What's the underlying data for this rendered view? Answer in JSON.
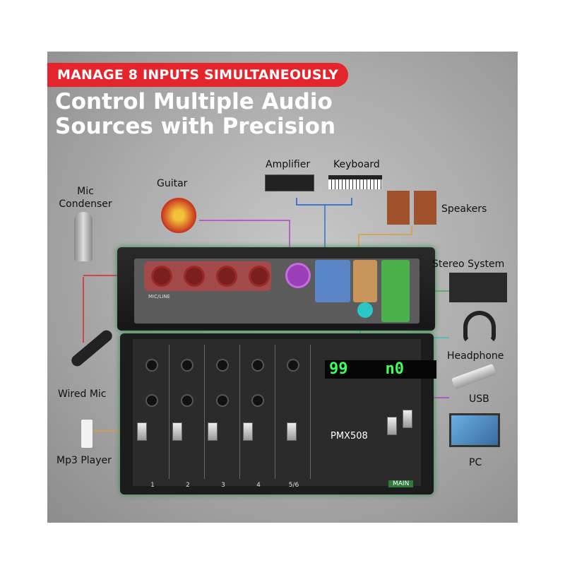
{
  "badge": "MANAGE 8 INPUTS SIMULTANEOUSLY",
  "headline": [
    "Control Multiple Audio",
    "Sources with Precision"
  ],
  "labels": {
    "mic_condenser": "Mic\nCondenser",
    "guitar": "Guitar",
    "amplifier": "Amplifier",
    "keyboard": "Keyboard",
    "speakers": "Speakers",
    "stereo_system": "Stereo System",
    "headphone": "Headphone",
    "usb": "USB",
    "pc": "PC",
    "wired_mic": "Wired Mic",
    "mp3_player": "Mp3 Player"
  },
  "mixer": {
    "model": "PMX508",
    "display_left": "99",
    "display_right": "n0",
    "channels": [
      "1",
      "2",
      "3",
      "4",
      "5/6"
    ],
    "main": "MAIN",
    "input_label": "MIC/LINE"
  },
  "colors": {
    "badge": "#e4262c",
    "mic_line": "#d9262c",
    "guitar_line": "#b23fc9",
    "two_track_line": "#2f6fd0",
    "phones_line": "#2bc7c7",
    "main_out_line": "#3cb04a",
    "control_room_line": "#e19a3b",
    "usb_line": "#b23fc9"
  }
}
